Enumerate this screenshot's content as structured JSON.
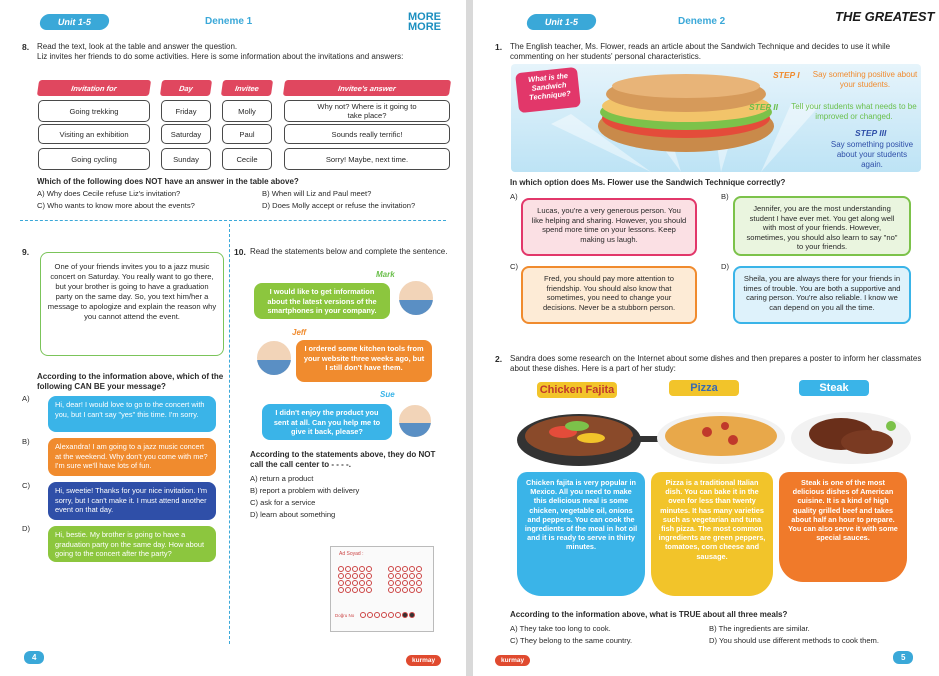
{
  "left": {
    "unit": "Unit 1-5",
    "deneme": "Deneme 1",
    "brand": [
      "MORE",
      "MORE"
    ],
    "page_number": "4",
    "publisher": "kurmay",
    "q8": {
      "num": "8.",
      "intro1": "Read the text, look at the table and answer the question.",
      "intro2": "Liz invites her friends to do some activities. Here is some information about the invitations and answers:",
      "headers": [
        "Invitation for",
        "Day",
        "Invitee",
        "Invitee's answer"
      ],
      "rows": [
        [
          "Going trekking",
          "Friday",
          "Molly",
          "Why not? Where is it going to take place?"
        ],
        [
          "Visiting an exhibition",
          "Saturday",
          "Paul",
          "Sounds really terrific!"
        ],
        [
          "Going cycling",
          "Sunday",
          "Cecile",
          "Sorry! Maybe, next time."
        ]
      ],
      "question": "Which of the following does NOT have an answer in the table above?",
      "options": [
        "A) Why does Cecile refuse Liz's invitation?",
        "B) When will Liz and Paul meet?",
        "C) Who wants to know more about the events?",
        "D) Does Molly accept or refuse the invitation?"
      ]
    },
    "q9": {
      "num": "9.",
      "box": "One of your friends invites you to a jazz music concert on Saturday. You really want to go there, but your brother is going to have a graduation party on the same day. So, you text him/her a message to apologize and explain the reason why you cannot attend the event.",
      "question": "According to the information above, which of the following CAN BE your message?",
      "options": [
        {
          "letter": "A)",
          "text": "Hi, dear! I would love to go to the concert with you, but I can't say \"yes\" this time. I'm sorry."
        },
        {
          "letter": "B)",
          "text": "Alexandra! I am going to a jazz music concert at the weekend. Why don't you come with me? I'm sure we'll have lots of fun."
        },
        {
          "letter": "C)",
          "text": "Hi, sweetie! Thanks for your nice invitation. I'm sorry, but I can't make it. I must attend another event on that day."
        },
        {
          "letter": "D)",
          "text": "Hi, bestie. My brother is going to have a graduation party on the same day. How about going to the concert after the party?"
        }
      ]
    },
    "q10": {
      "num": "10.",
      "intro": "Read the statements below and complete the sentence.",
      "names": [
        "Mark",
        "Jeff",
        "Sue"
      ],
      "statements": [
        "I would like to get information about the latest versions of the smartphones in your company.",
        "I ordered some kitchen tools from your website three weeks ago, but I still don't have them.",
        "I didn't enjoy the product you sent at all. Can you help me to give it back, please?"
      ],
      "question": "According to the statements above, they do NOT call the call center to - - - -.",
      "options": [
        "A) return a product",
        "B) report a problem with delivery",
        "C) ask for a service",
        "D) learn about something"
      ]
    },
    "sheet": {
      "label": "Ad Soyad :",
      "code": "Doğru No"
    }
  },
  "right": {
    "unit": "Unit 1-5",
    "deneme": "Deneme 2",
    "brand": "THE GREATEST",
    "page_number": "5",
    "publisher": "kurmay",
    "q1": {
      "num": "1.",
      "intro": "The English teacher, Ms. Flower, reads an article about the Sandwich Technique and decides to use it while commenting on her students' personal characteristics.",
      "title": "What is the Sandwich Technique?",
      "steps": [
        {
          "label": "STEP I",
          "text": "Say something positive about your students."
        },
        {
          "label": "STEP II",
          "text": "Tell your students what needs to be improved or changed."
        },
        {
          "label": "STEP III",
          "text": "Say something positive about your students again."
        }
      ],
      "question": "In which option does Ms. Flower use the Sandwich Technique correctly?",
      "options": [
        {
          "letter": "A)",
          "text": "Lucas, you're a very generous person. You like helping and sharing. However, you should spend more time on your lessons. Keep making us laugh."
        },
        {
          "letter": "B)",
          "text": "Jennifer, you are the most understanding student I have ever met. You get along well with most of your friends. However, sometimes, you should also learn to say \"no\" to your friends."
        },
        {
          "letter": "C)",
          "text": "Fred, you should pay more attention to friendship. You should also know that sometimes, you need to change your decisions. Never be a stubborn person."
        },
        {
          "letter": "D)",
          "text": "Sheila, you are always there for your friends in times of trouble. You are both a supportive and caring person. You're also reliable. I know we can depend on you all the time."
        }
      ]
    },
    "q2": {
      "num": "2.",
      "intro": "Sandra does some research on the Internet about some dishes and then prepares a poster to inform her classmates about these dishes. Here is a part of her study:",
      "dishes": [
        {
          "name": "Chicken Fajita",
          "text": "Chicken fajita is very popular in Mexico. All you need to make this delicious meal is some chicken, vegetable oil, onions and peppers. You can cook the ingredients of the meal in hot oil and it is ready to serve in thirty minutes."
        },
        {
          "name": "Pizza",
          "text": "Pizza is a traditional Italian dish. You can bake it in the oven for less than twenty minutes. It has many varieties such as vegetarian and tuna fish pizza. The most common ingredients are green peppers, tomatoes, corn cheese and sausage."
        },
        {
          "name": "Steak",
          "text": "Steak is one of the most delicious dishes of American cuisine. It is a kind of high quality grilled beef and takes about half an hour to prepare. You can also serve it with some special sauces."
        }
      ],
      "question": "According to the information above, what is TRUE about all three meals?",
      "options": [
        "A) They take too long to cook.",
        "B) The ingredients are similar.",
        "C) They belong to the same country.",
        "D) You should use different methods to cook them."
      ]
    }
  }
}
